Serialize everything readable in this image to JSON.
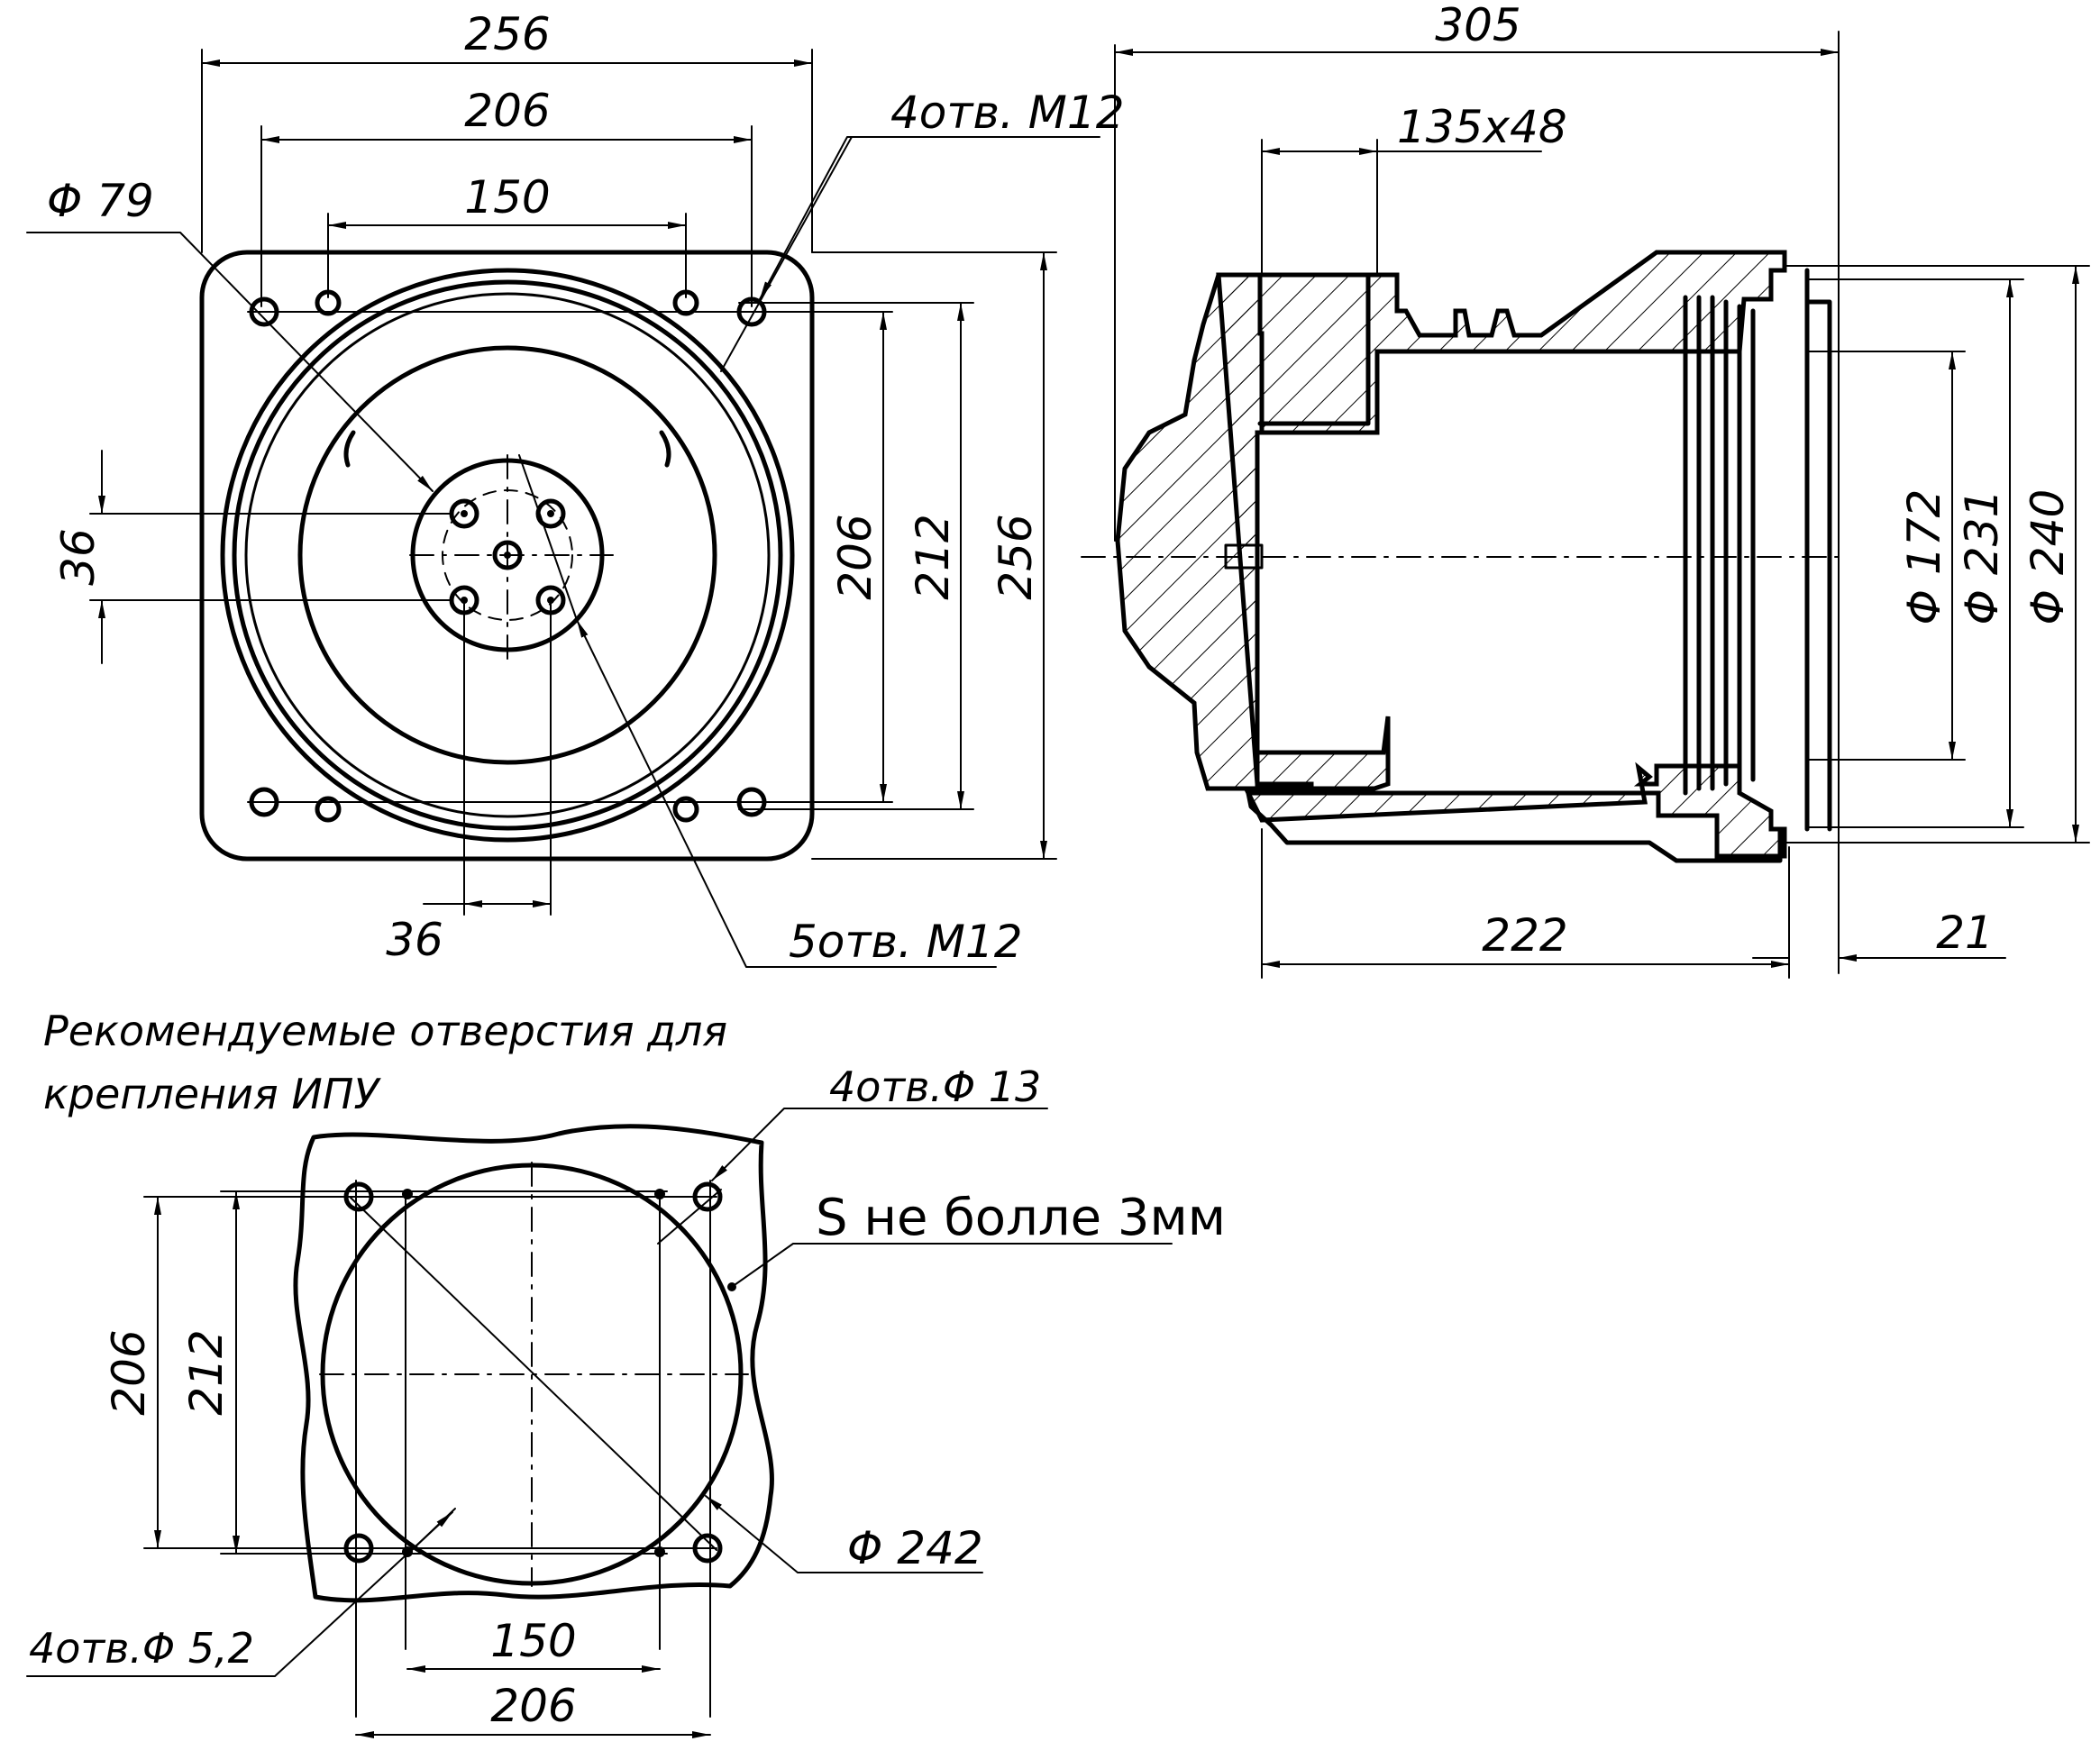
{
  "front_view": {
    "dim_outer_width": "256",
    "dim_hole_span_top": "206",
    "dim_inner_span_top": "150",
    "dim_hub_diameter": "Φ 79",
    "corner_holes_note": "4отв. М12",
    "dim_hub_vertical": "36",
    "dim_hole_span_vertical": "206",
    "dim_inner_vertical": "212",
    "dim_outer_height": "256",
    "dim_hub_horizontal": "36",
    "hub_holes_note": "5отв. М12"
  },
  "side_view": {
    "dim_total_length": "305",
    "dim_box": "135x48",
    "dim_d172": "Φ 172",
    "dim_d231": "Φ 231",
    "dim_d240": "Φ 240",
    "dim_body_length": "222",
    "dim_flange": "21"
  },
  "mounting_view": {
    "title_line1": "Рекомендуемые отверстия для",
    "title_line2": "крепления ИПУ",
    "holes_large_note": "4отв.Φ 13",
    "thickness_note": "S не болле 3мм",
    "dim_vertical_206": "206",
    "dim_vertical_212": "212",
    "dim_cutout": "Φ 242",
    "holes_small_note": "4отв.Φ 5,2",
    "dim_horizontal_150": "150",
    "dim_horizontal_206": "206"
  }
}
